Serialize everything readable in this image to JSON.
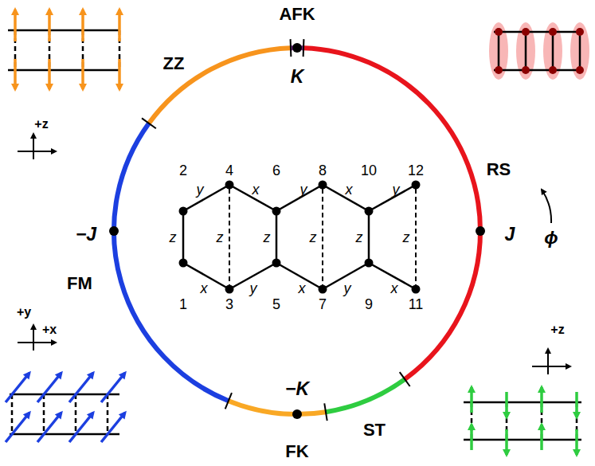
{
  "diagram": {
    "labels": [
      "AFK",
      "K",
      "ZZ",
      "RS",
      "J",
      "ϕ",
      "−J",
      "FM",
      "−K",
      "FK",
      "ST",
      "+z",
      "+y",
      "+x",
      "+z",
      "2",
      "4",
      "6",
      "8",
      "10",
      "12",
      "1",
      "3",
      "5",
      "7",
      "9",
      "11",
      "y",
      "x",
      "y",
      "x",
      "y",
      "z",
      "z",
      "z",
      "z",
      "z",
      "z",
      "x",
      "y",
      "x",
      "y",
      "x"
    ]
  }
}
